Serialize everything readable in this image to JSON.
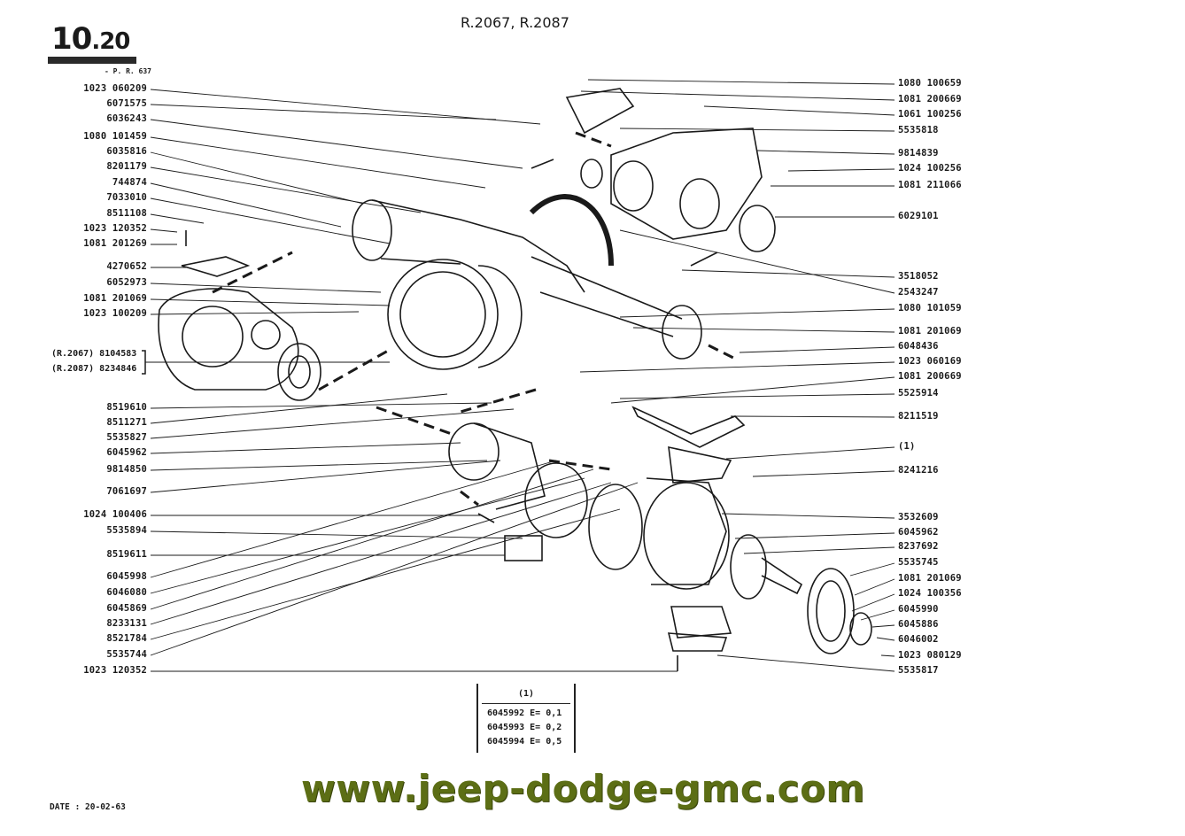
{
  "header": {
    "page_number_main": "10",
    "page_number_sub": ".20",
    "pr_ref": "- P. R. 637",
    "model_title": "R.2067, R.2087"
  },
  "labels_left": [
    "1023 060209",
    "6071575",
    "6036243",
    "1080 101459",
    "6035816",
    "8201179",
    "744874",
    "7033010",
    "8511108",
    "1023 120352",
    "1081 201269",
    "4270652",
    "6052973",
    "1081 201069",
    "1023 100209",
    "8519610",
    "8511271",
    "5535827",
    "6045962",
    "9814850",
    "7061697",
    "1024 100406",
    "5535894",
    "8519611",
    "6045998",
    "6046080",
    "6045869",
    "8233131",
    "8521784",
    "5535744",
    "1023 120352"
  ],
  "variants": {
    "r2067": "(R.2067) 8104583",
    "r2087": "(R.2087) 8234846"
  },
  "labels_right": [
    "1080 100659",
    "1081 200669",
    "1061 100256",
    "5535818",
    "9814839",
    "1024 100256",
    "1081 211066",
    "6029101",
    "3518052",
    "2543247",
    "1080 101059",
    "1081 201069",
    "6048436",
    "1023 060169",
    "1081 200669",
    "5525914",
    "8211519",
    "(1)",
    "8241216",
    "3532609",
    "6045962",
    "8237692",
    "5535745",
    "1081 201069",
    "1024 100356",
    "6045990",
    "6045886",
    "6046002",
    "1023 080129",
    "5535817"
  ],
  "shim_table": {
    "header": "(1)",
    "rows": [
      "6045992 E= 0,1",
      "6045993 E= 0,2",
      "6045994 E= 0,5"
    ]
  },
  "footer": {
    "date": "DATE : 20-02-63",
    "watermark": "www.jeep-dodge-gmc.com"
  }
}
